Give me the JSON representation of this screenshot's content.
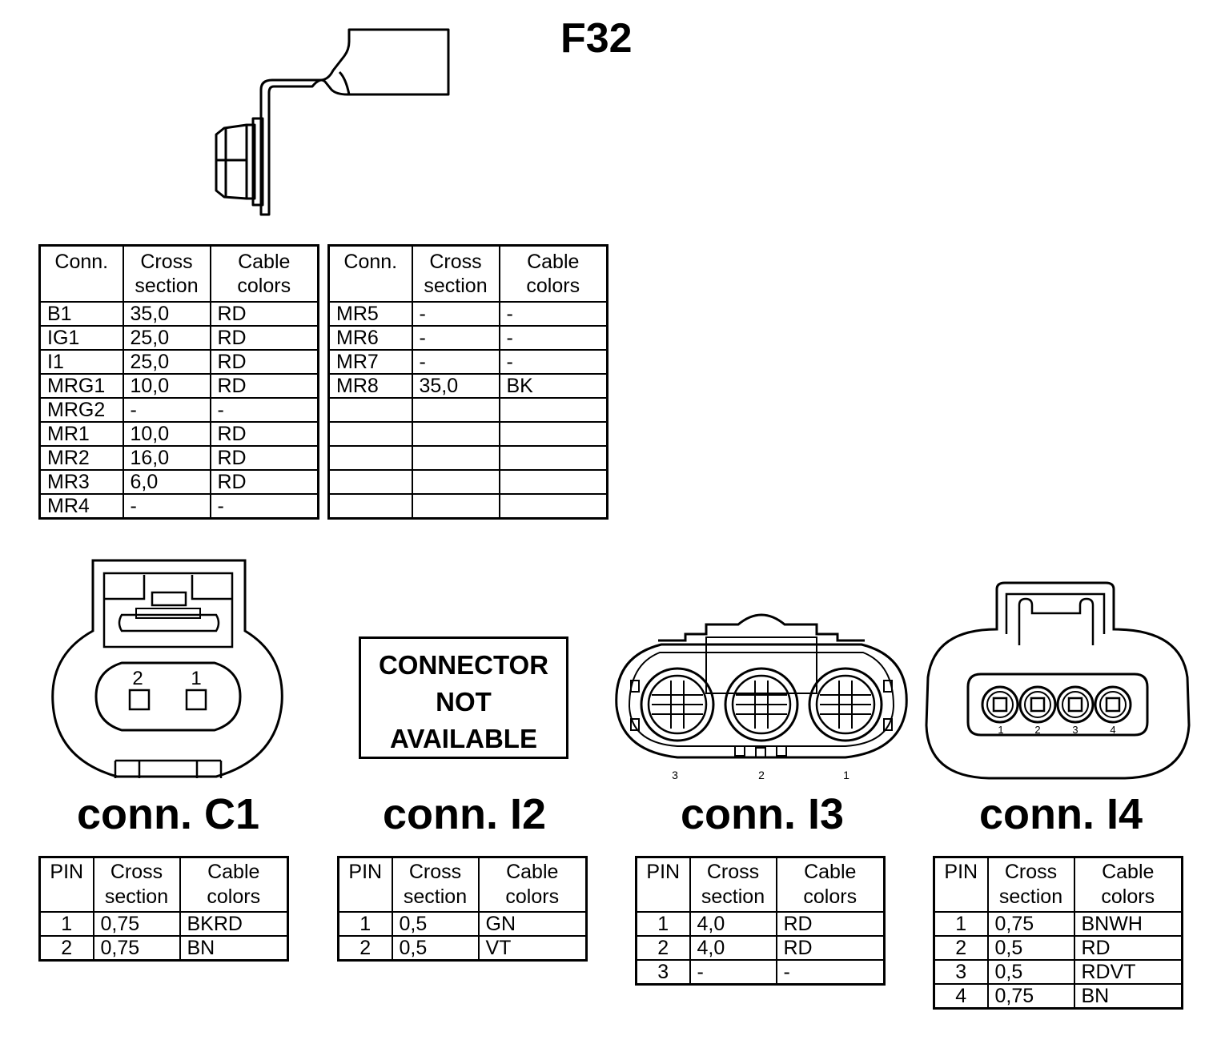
{
  "title": "F32",
  "main_table_left": {
    "headers": {
      "conn_line1": "Conn.",
      "conn_line2": "",
      "cross_line1": "Cross",
      "cross_line2": "section",
      "color_line1": "Cable",
      "color_line2": "colors"
    },
    "rows": [
      {
        "conn": "B1",
        "cross": "35,0",
        "color": "RD"
      },
      {
        "conn": "IG1",
        "cross": "25,0",
        "color": "RD"
      },
      {
        "conn": "I1",
        "cross": "25,0",
        "color": "RD"
      },
      {
        "conn": "MRG1",
        "cross": "10,0",
        "color": "RD"
      },
      {
        "conn": "MRG2",
        "cross": "-",
        "color": "-"
      },
      {
        "conn": "MR1",
        "cross": "10,0",
        "color": "RD"
      },
      {
        "conn": "MR2",
        "cross": "16,0",
        "color": "RD"
      },
      {
        "conn": "MR3",
        "cross": "6,0",
        "color": "RD"
      },
      {
        "conn": "MR4",
        "cross": "-",
        "color": "-"
      }
    ]
  },
  "main_table_right": {
    "headers": {
      "conn_line1": "Conn.",
      "conn_line2": "",
      "cross_line1": "Cross",
      "cross_line2": "section",
      "color_line1": "Cable",
      "color_line2": "colors"
    },
    "rows": [
      {
        "conn": "MR5",
        "cross": "-",
        "color": "-"
      },
      {
        "conn": "MR6",
        "cross": "-",
        "color": "-"
      },
      {
        "conn": "MR7",
        "cross": "-",
        "color": "-"
      },
      {
        "conn": "MR8",
        "cross": "35,0",
        "color": "BK"
      },
      {
        "conn": "",
        "cross": "",
        "color": ""
      },
      {
        "conn": "",
        "cross": "",
        "color": ""
      },
      {
        "conn": "",
        "cross": "",
        "color": ""
      },
      {
        "conn": "",
        "cross": "",
        "color": ""
      },
      {
        "conn": "",
        "cross": "",
        "color": ""
      }
    ]
  },
  "connectors": {
    "c1": {
      "label": "conn. C1",
      "pin_labels": [
        "2",
        "1"
      ],
      "headers": {
        "pin": "PIN",
        "cross_line1": "Cross",
        "cross_line2": "section",
        "color_line1": "Cable",
        "color_line2": "colors"
      },
      "rows": [
        {
          "pin": "1",
          "cross": "0,75",
          "color": "BKRD"
        },
        {
          "pin": "2",
          "cross": "0,75",
          "color": "BN"
        }
      ]
    },
    "i2": {
      "label": "conn. I2",
      "not_available": [
        "CONNECTOR",
        "NOT",
        "AVAILABLE"
      ],
      "headers": {
        "pin": "PIN",
        "cross_line1": "Cross",
        "cross_line2": "section",
        "color_line1": "Cable",
        "color_line2": "colors"
      },
      "rows": [
        {
          "pin": "1",
          "cross": "0,5",
          "color": "GN"
        },
        {
          "pin": "2",
          "cross": "0,5",
          "color": "VT"
        }
      ]
    },
    "i3": {
      "label": "conn. I3",
      "pin_labels": [
        "3",
        "2",
        "1"
      ],
      "headers": {
        "pin": "PIN",
        "cross_line1": "Cross",
        "cross_line2": "section",
        "color_line1": "Cable",
        "color_line2": "colors"
      },
      "rows": [
        {
          "pin": "1",
          "cross": "4,0",
          "color": "RD"
        },
        {
          "pin": "2",
          "cross": "4,0",
          "color": "RD"
        },
        {
          "pin": "3",
          "cross": "-",
          "color": "-"
        }
      ]
    },
    "i4": {
      "label": "conn. I4",
      "pin_labels": [
        "1",
        "2",
        "3",
        "4"
      ],
      "headers": {
        "pin": "PIN",
        "cross_line1": "Cross",
        "cross_line2": "section",
        "color_line1": "Cable",
        "color_line2": "colors"
      },
      "rows": [
        {
          "pin": "1",
          "cross": "0,75",
          "color": "BNWH"
        },
        {
          "pin": "2",
          "cross": "0,5",
          "color": "RD"
        },
        {
          "pin": "3",
          "cross": "0,5",
          "color": "RDVT"
        },
        {
          "pin": "4",
          "cross": "0,75",
          "color": "BN"
        }
      ]
    }
  }
}
